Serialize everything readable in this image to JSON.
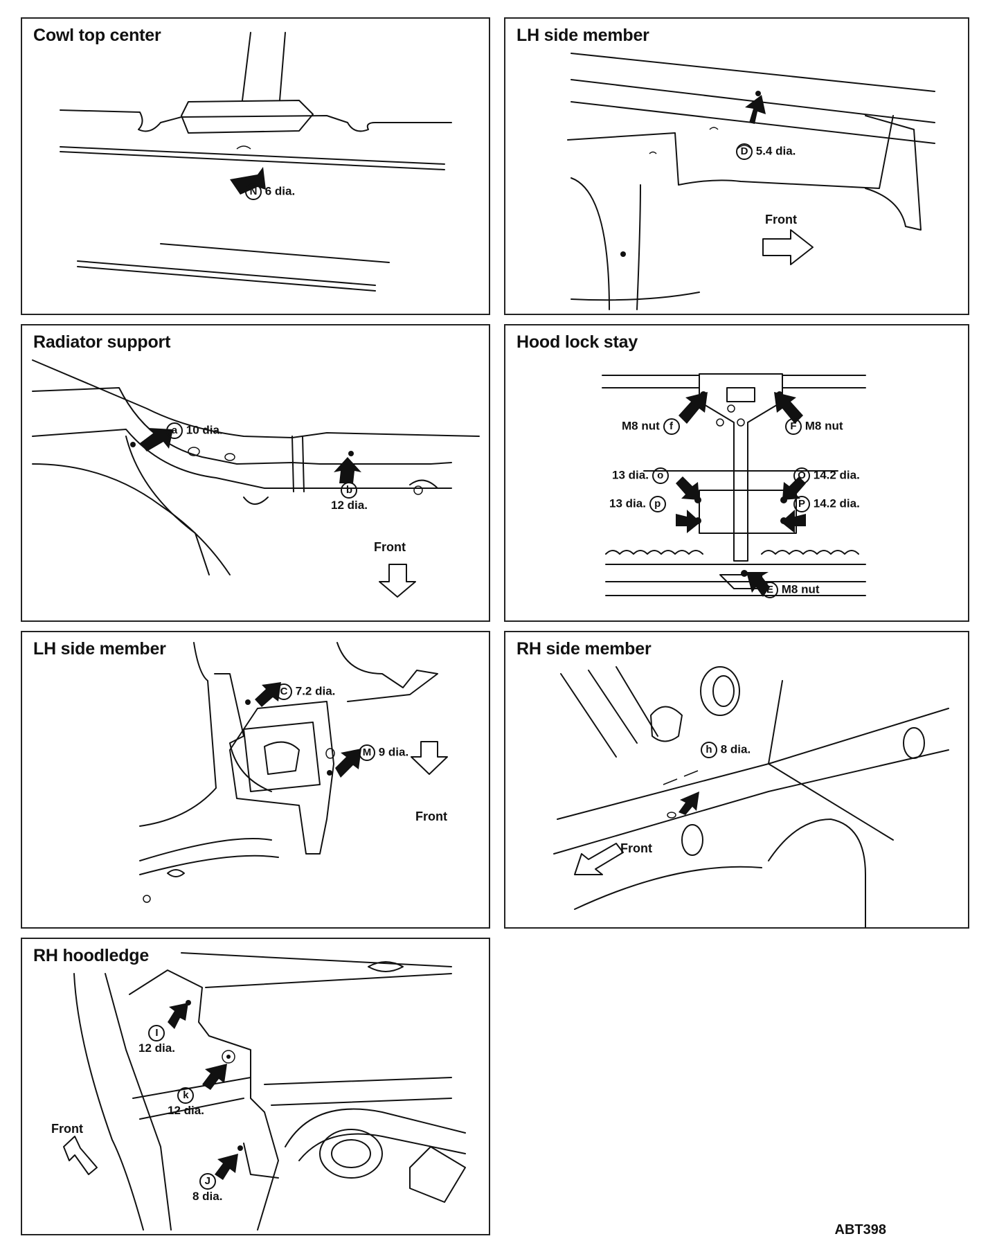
{
  "figure_code": "ABT398",
  "front_label": "Front",
  "panels": {
    "cowl": {
      "title": "Cowl top center",
      "callouts": [
        {
          "letter": "N",
          "size": "6 dia."
        }
      ]
    },
    "lh_side_top": {
      "title": "LH side member",
      "callouts": [
        {
          "letter": "D",
          "size": "5.4 dia."
        }
      ]
    },
    "radiator": {
      "title": "Radiator support",
      "callouts": [
        {
          "letter": "a",
          "size": "10 dia."
        },
        {
          "letter": "b",
          "size": "12 dia."
        }
      ]
    },
    "hood_lock": {
      "title": "Hood lock stay",
      "callouts": [
        {
          "letter": "f",
          "size": "M8 nut"
        },
        {
          "letter": "F",
          "size": "M8 nut"
        },
        {
          "letter": "o",
          "size": "13 dia."
        },
        {
          "letter": "O",
          "size": "14.2 dia."
        },
        {
          "letter": "p",
          "size": "13 dia."
        },
        {
          "letter": "P",
          "size": "14.2 dia."
        },
        {
          "letter": "E",
          "size": "M8 nut"
        }
      ]
    },
    "lh_side_mid": {
      "title": "LH side member",
      "callouts": [
        {
          "letter": "C",
          "size": "7.2 dia."
        },
        {
          "letter": "M",
          "size": "9 dia."
        }
      ]
    },
    "rh_side": {
      "title": "RH side member",
      "callouts": [
        {
          "letter": "h",
          "size": "8 dia."
        }
      ]
    },
    "rh_hood": {
      "title": "RH hoodledge",
      "callouts": [
        {
          "letter": "I",
          "size": "12 dia."
        },
        {
          "letter": "k",
          "size": "12 dia."
        },
        {
          "letter": "J",
          "size": "8 dia."
        }
      ]
    }
  }
}
